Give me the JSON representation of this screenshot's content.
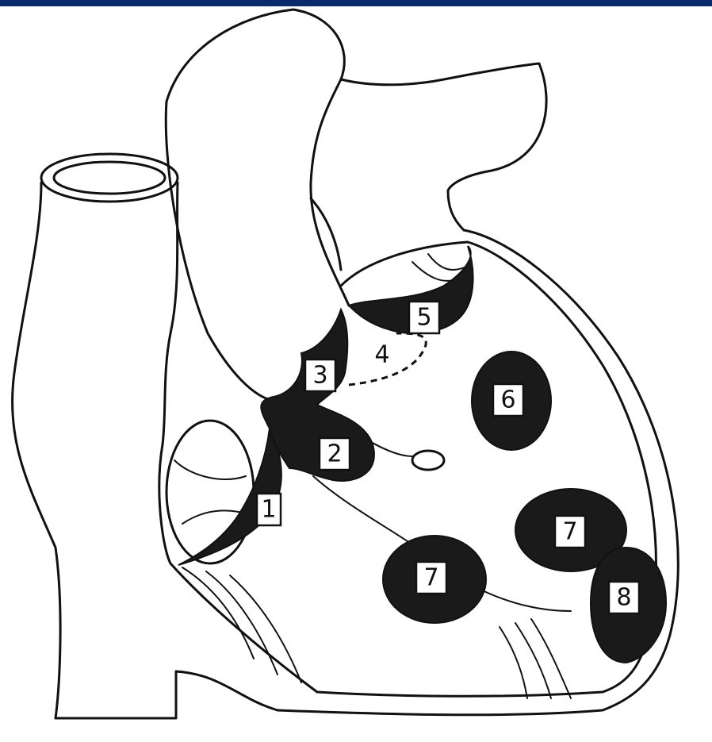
{
  "colors": {
    "top_bar": "#0b2a6e",
    "ink": "#111111",
    "background": "#ffffff"
  },
  "labels": {
    "l1": "1",
    "l2": "2",
    "l3": "3",
    "l4": "4",
    "l5": "5",
    "l6": "6",
    "l7a": "7",
    "l7b": "7",
    "l8": "8"
  }
}
